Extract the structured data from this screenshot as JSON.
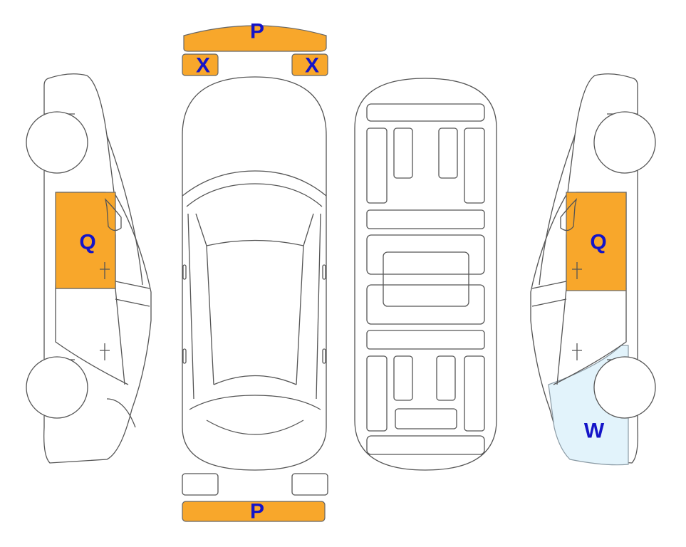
{
  "colors": {
    "marked_orange": "#f8a72b",
    "marked_light_blue": "#e2f3fb",
    "label_blue": "#1414c8",
    "outline": "#555555"
  },
  "labels": {
    "front_bumper": "P",
    "left_headlight": "X",
    "right_headlight": "X",
    "rear_bumper": "P",
    "left_front_door": "Q",
    "right_front_door": "Q",
    "right_rear_quarter": "W"
  }
}
